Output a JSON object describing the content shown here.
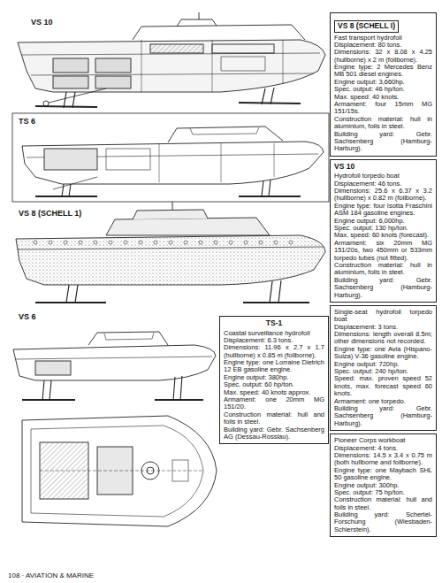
{
  "diagram": {
    "nodes": [
      {
        "text": [
          "VS 8 (SCHELL I)",
          "Fast transport hydrofoil",
          "Displacement: 80 tons.",
          "Dimensions: 32 x 8.08 x 4.25 (hullborne) x 2 m (foilborne).",
          "Engine type: 2 Mercedes Benz MB 501 diesel engines.",
          "Engine output: 3,660hp.",
          "Spec. output: 46 hp/ton.",
          "Max. speed: 40 knots.",
          "Armament: four 15mm MG 151/15s.",
          "Construction material: hull in aluminium, foils in steel.",
          "Building yard: Gebr. Sachsenberg (Hamburg-Harburg)."
        ]
      },
      {
        "text": [
          "VS 10",
          "Hydrofoil torpedo boat",
          "Displacement: 46 tons.",
          "Dimensions: 25.6 x 6.37 x 3.2 (hullborne) x 0.82 m (foilborne).",
          "Engine type: four Isotta Fraschini ASM 184 gasoline engines.",
          "Engine output: 6,000hp.",
          "Spec. output: 130 hp/ton.",
          "Max. speed: 60 knots (forecast).",
          "Armament: six 20mm MG 151/20s, two 450mm or 533mm torpedo tubes (not fitted).",
          "Construction material: hull in aluminium, foils in steel.",
          "Building yard: Gebr. Sachsenberg (Hamburg-Harburg)."
        ]
      },
      {
        "text": [
          "TS-1",
          "Coastal surveillance hydrofoil",
          "Displacement: 6.3 tons.",
          "Dimensions: 11.96 x 2.7 x 1.7 (hullborne) x 0.85 m (foilborne).",
          "Engine type: one Lorraine Dietrich 12 EB gasoline engine.",
          "Engine output: 380hp.",
          "Spec. output: 60 hp/ton.",
          "Max. speed: 40 knots approx.",
          "Armament: one 20mm MG 151/20.",
          "Construction material: hull and foils in steel.",
          "Building yard: Gebr. Sachsenberg AG (Dessau-Rosslau)."
        ]
      },
      {
        "text": [
          "Single-seat hydrofoil torpedo boat",
          "Displacement: 3 tons.",
          "Dimensions: length overall 8.5m; other dimensions not recorded.",
          "Engine type: one Avia (Hispano-Suiza) V-36 gasoline engine.",
          "Engine output: 720hp.",
          "Spec. output: 240 hp/ton.",
          "Speed: max. proven speed 52 knots, max. forecast speed 60 knots.",
          "Armament: one torpedo.",
          "Building yard: Gebr. Sachsenberg (Hamburg-Harburg)."
        ]
      },
      {
        "text": [
          "Pioneer Corps workboat",
          "Displacement: 4 tons.",
          "Dimensions: 14.5 x 3.4 x 0.75 m (both hullborne and foilborne).",
          "Engine type: one Maybach SHL 50 gasoline engine.",
          "Engine output: 300hp.",
          "Spec. output: 75 hp/ton.",
          "Construction material: hull and foils in steel.",
          "Building yard: Schertel-Forschung (Wiesbaden-Schierstein)."
        ]
      }
    ],
    "labels": [
      "VS 10",
      "TS 6",
      "VS 8 (SCHELL 1)",
      "VS 6",
      "108 · AVIATION & MARINE"
    ]
  }
}
